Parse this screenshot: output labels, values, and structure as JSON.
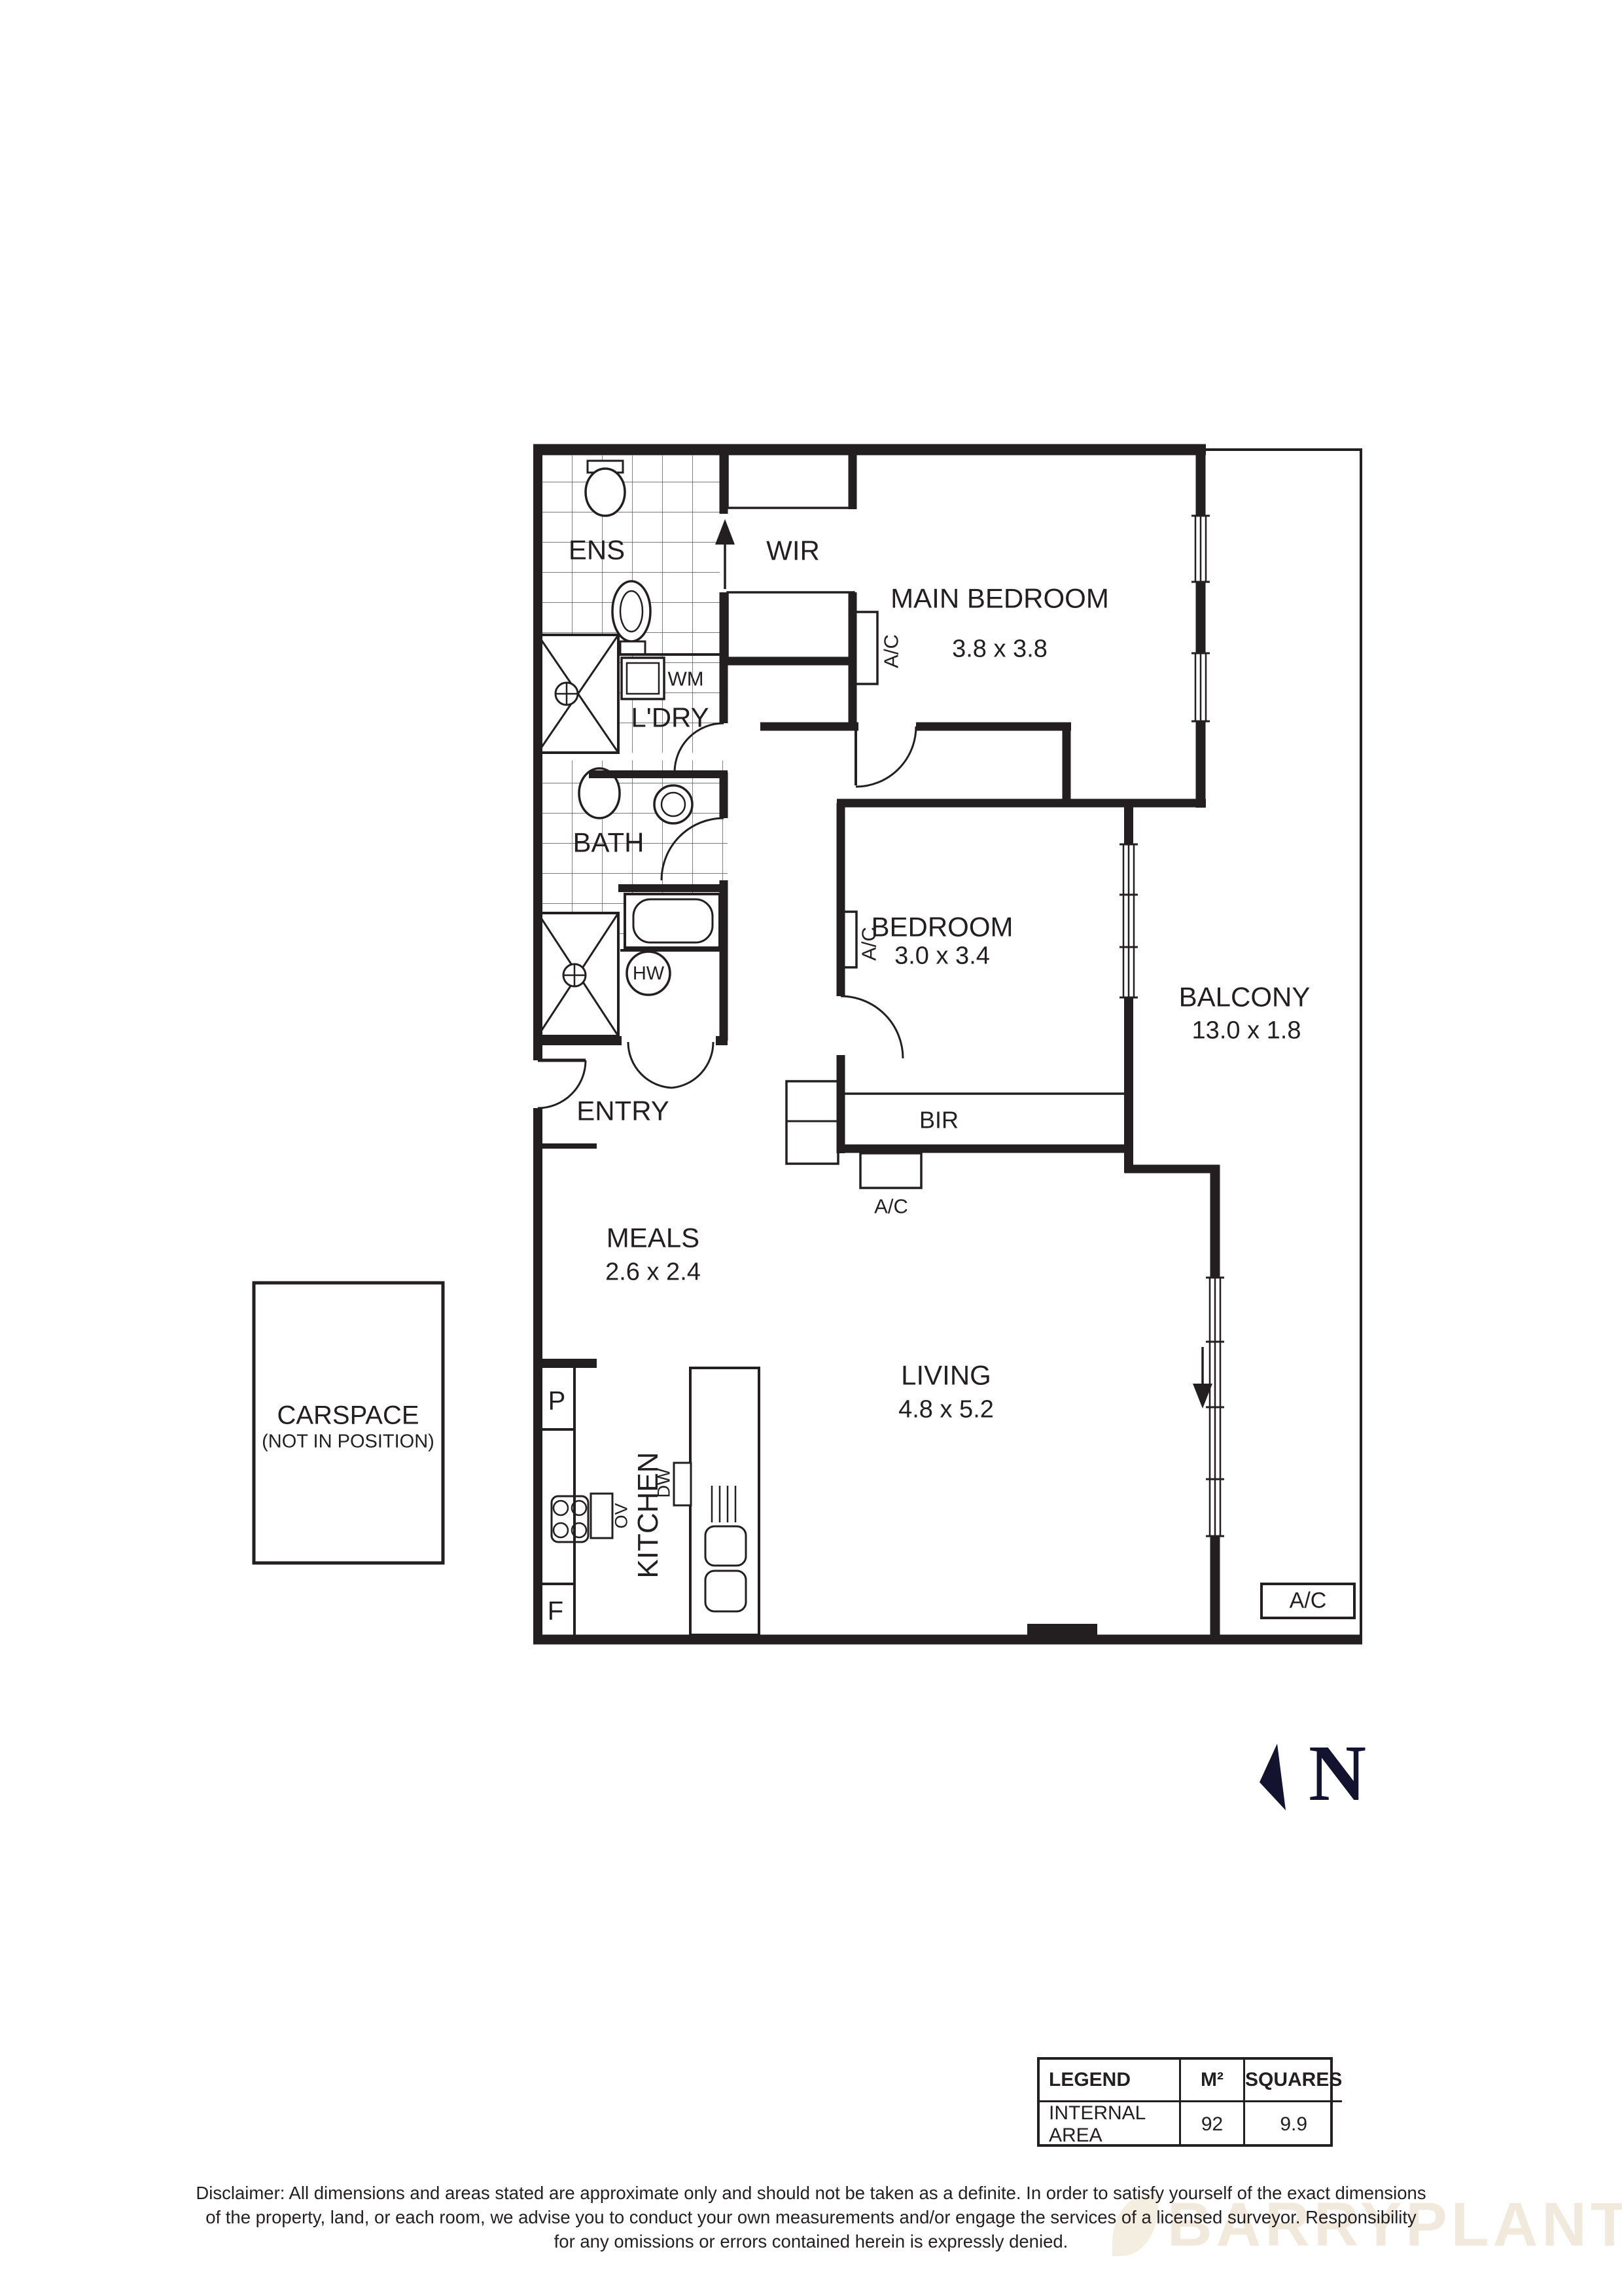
{
  "labels": {
    "ens": "ENS",
    "wir": "WIR",
    "main_bedroom": "MAIN BEDROOM",
    "main_bedroom_dims": "3.8 x 3.8",
    "ldry": "L'DRY",
    "wm": "WM",
    "bath": "BATH",
    "hw": "HW",
    "bedroom": "BEDROOM",
    "bedroom_dims": "3.0 x 3.4",
    "balcony": "BALCONY",
    "balcony_dims": "13.0 x 1.8",
    "entry": "ENTRY",
    "bir": "BIR",
    "ac": "A/C",
    "meals": "MEALS",
    "meals_dims": "2.6 x 2.4",
    "carspace": "CARSPACE",
    "carspace_note": "(NOT IN POSITION)",
    "kitchen": "KITCHEN",
    "pantry": "P",
    "fridge": "F",
    "oven": "OV",
    "dishwasher": "DW",
    "living": "LIVING",
    "living_dims": "4.8 x 5.2",
    "north": "N"
  },
  "legend": {
    "title": "LEGEND",
    "col_m2": "M²",
    "col_squares": "SQUARES",
    "row_label": "INTERNAL AREA",
    "m2": "92",
    "squares": "9.9"
  },
  "disclaimer": {
    "line1": "Disclaimer: All dimensions and areas stated are approximate only and should not be taken as a definite. In order to satisfy yourself of the exact dimensions",
    "line2": "of the property, land, or each room, we advise you to conduct your own measurements and/or engage the services of a licensed surveyor. Responsibility",
    "line3": "for any omissions or errors contained herein is expressly denied."
  },
  "watermark": "BARRYPLANT",
  "colors": {
    "line": "#231f20",
    "north": "#13132f",
    "watermark": "#efe7d6"
  }
}
